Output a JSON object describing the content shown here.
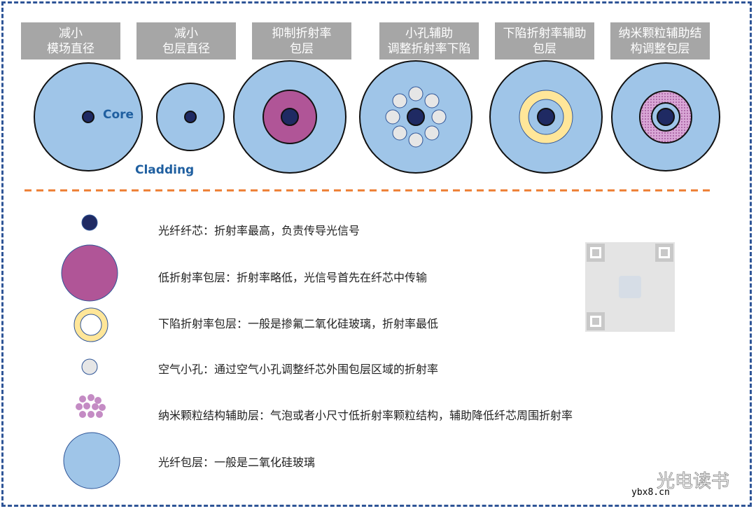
{
  "headers": [
    {
      "line1": "减小",
      "line2": "模场直径"
    },
    {
      "line1": "减小",
      "line2": "包层直径"
    },
    {
      "line1": "抑制折射率",
      "line2": "包层"
    },
    {
      "line1": "小孔辅助",
      "line2": "调整折射率下陷"
    },
    {
      "line1": "下陷折射率辅助",
      "line2": "包层"
    },
    {
      "line1": "纳米颗粒辅助结",
      "line2": "构调整包层"
    }
  ],
  "annotations": {
    "core": "Core",
    "cladding": "Cladding"
  },
  "legend": [
    {
      "icon": "core-icon",
      "text": "光纤纤芯：折射率最高，负责传导光信号"
    },
    {
      "icon": "low-index-cladding-icon",
      "text": "低折射率包层：折射率略低，光信号首先在纤芯中传输"
    },
    {
      "icon": "depressed-index-cladding-icon",
      "text": "下陷折射率包层：一般是掺氟二氧化硅玻璃，折射率最低"
    },
    {
      "icon": "air-hole-icon",
      "text": "空气小孔：通过空气小孔调整纤芯外围包层区域的折射率"
    },
    {
      "icon": "nanoparticle-icon",
      "text": "纳米颗粒结构辅助层：气泡或者小尺寸低折射率颗粒结构，辅助降低纤芯周围折射率"
    },
    {
      "icon": "cladding-icon",
      "text": "光纤包层：一般是二氧化硅玻璃"
    }
  ],
  "watermark": {
    "brand": "光电读书",
    "site": "ybx8.cn"
  },
  "colors": {
    "core": "#1f2a63",
    "cladding": "#9fc5e8",
    "low_index": "#b05597",
    "trench": "#ffe699",
    "hole": "#e6e6e6",
    "nano": "#c48bc4",
    "divider": "#ed7d31",
    "frame": "#2f5597",
    "header": "#a6a6a6"
  }
}
